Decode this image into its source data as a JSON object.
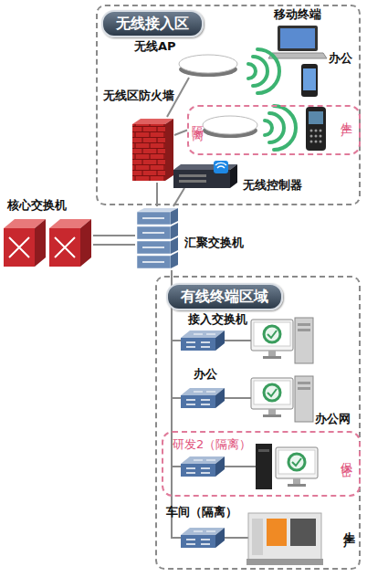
{
  "diagram": {
    "nodes": [
      {
        "text": [
          "无线接入区"
        ]
      },
      {
        "text": [
          "无线AP"
        ],
        "in": 0
      },
      {
        "text": [
          "隔离",
          "生产"
        ],
        "in": 0
      },
      {
        "text": [
          "无线区防火墙"
        ],
        "in": 0
      },
      {
        "text": [
          "无线控制器"
        ],
        "in": 0
      },
      {
        "text": [
          "核心交换机"
        ]
      },
      {
        "text": [
          "汇聚交换机"
        ]
      },
      {
        "text": [
          "有线终端区域"
        ]
      },
      {
        "text": [
          "接入交换机"
        ],
        "in": 7
      },
      {
        "text": [
          "办公"
        ],
        "in": 7
      },
      {
        "text": [
          "研发2（隔离）",
          "保密"
        ],
        "in": 7
      },
      {
        "text": [
          "车间（隔离）"
        ],
        "in": 7
      }
    ],
    "edges": [
      {
        "from": 5,
        "to": 6,
        "arrow": "none"
      },
      {
        "from": 6,
        "to": 3,
        "arrow": "none"
      },
      {
        "from": 3,
        "to": 1,
        "arrow": "none"
      },
      {
        "from": 3,
        "to": 2,
        "arrow": "none"
      },
      {
        "from": 6,
        "to": 4,
        "arrow": "none"
      },
      {
        "from": 6,
        "to": 8,
        "arrow": "none"
      },
      {
        "from": 6,
        "to": 9,
        "arrow": "none"
      },
      {
        "from": 6,
        "to": 10,
        "arrow": "none"
      },
      {
        "from": 6,
        "to": 11,
        "arrow": "none"
      }
    ],
    "labels": [
      "移动终端",
      "办公",
      "办公网",
      "生产"
    ]
  }
}
